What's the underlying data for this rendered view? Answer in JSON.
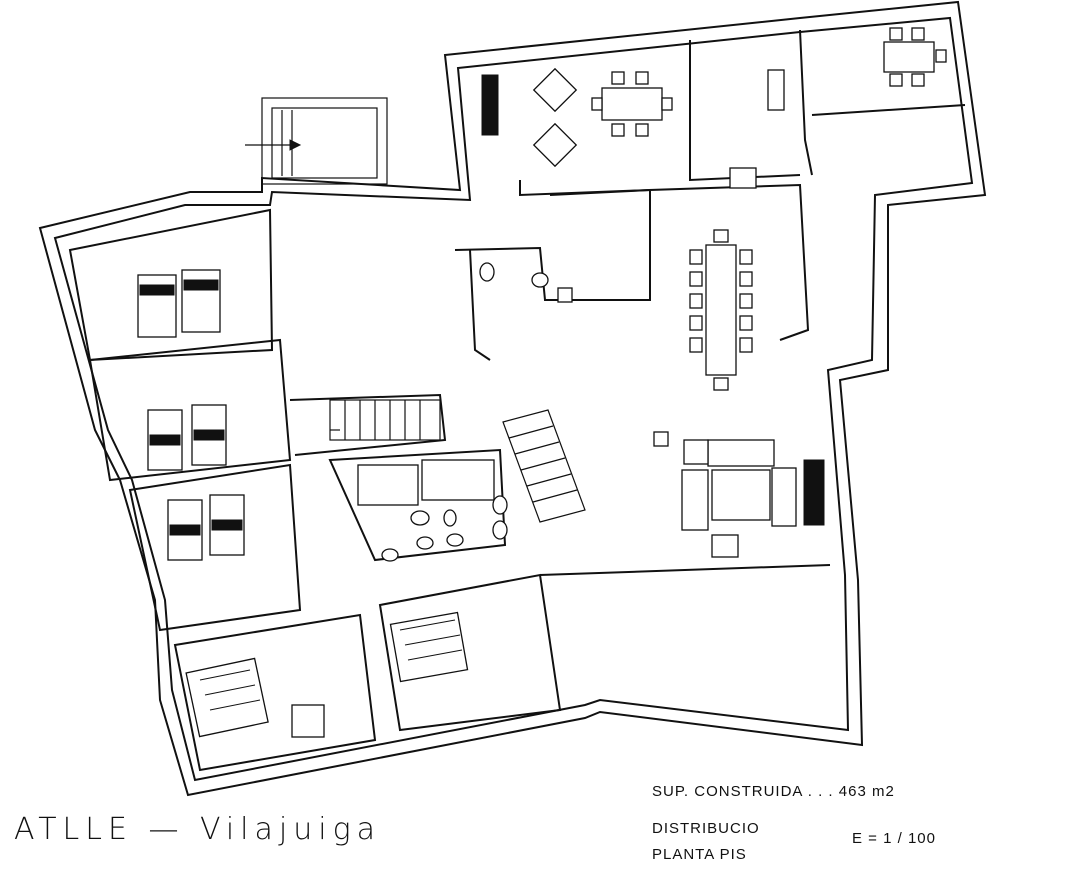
{
  "title_block": {
    "project": "ATLLE — Vilajuiga",
    "surface": "SUP. CONSTRUIDA . . . 463 m2",
    "distribution": "DISTRIBUCIO",
    "floor": "PLANTA PIS",
    "scale": "E = 1 / 100"
  }
}
